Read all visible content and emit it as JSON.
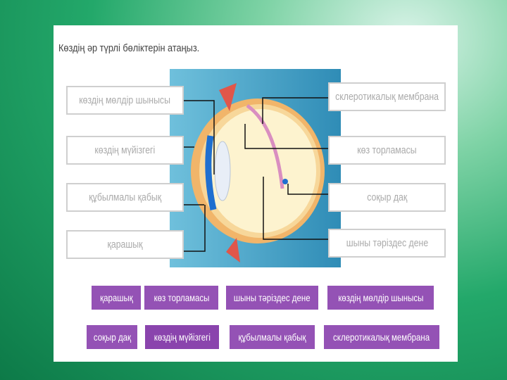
{
  "title": "Көздің әр түрлі бөліктерін атаңыз.",
  "left_boxes": [
    "көздің мөлдір шынысы",
    "көздің мүйізгегі",
    "құбылмалы қабық",
    "қарашық"
  ],
  "right_boxes": [
    "склеротикалық мембрана",
    "көз торламасы",
    "соқыр дақ",
    "шыны тәріздес дене"
  ],
  "chips_row1": [
    "қарашық",
    "көз торламасы",
    "шыны тәріздес дене",
    "көздің мөлдір шынысы"
  ],
  "chips_row2": [
    "соқыр дақ",
    "көздің мүйізгегі",
    "құбылмалы қабық",
    "склеротикалық мембрана"
  ],
  "colors": {
    "chip": "#9452b5",
    "eye_bg": "#3f9ec6"
  }
}
